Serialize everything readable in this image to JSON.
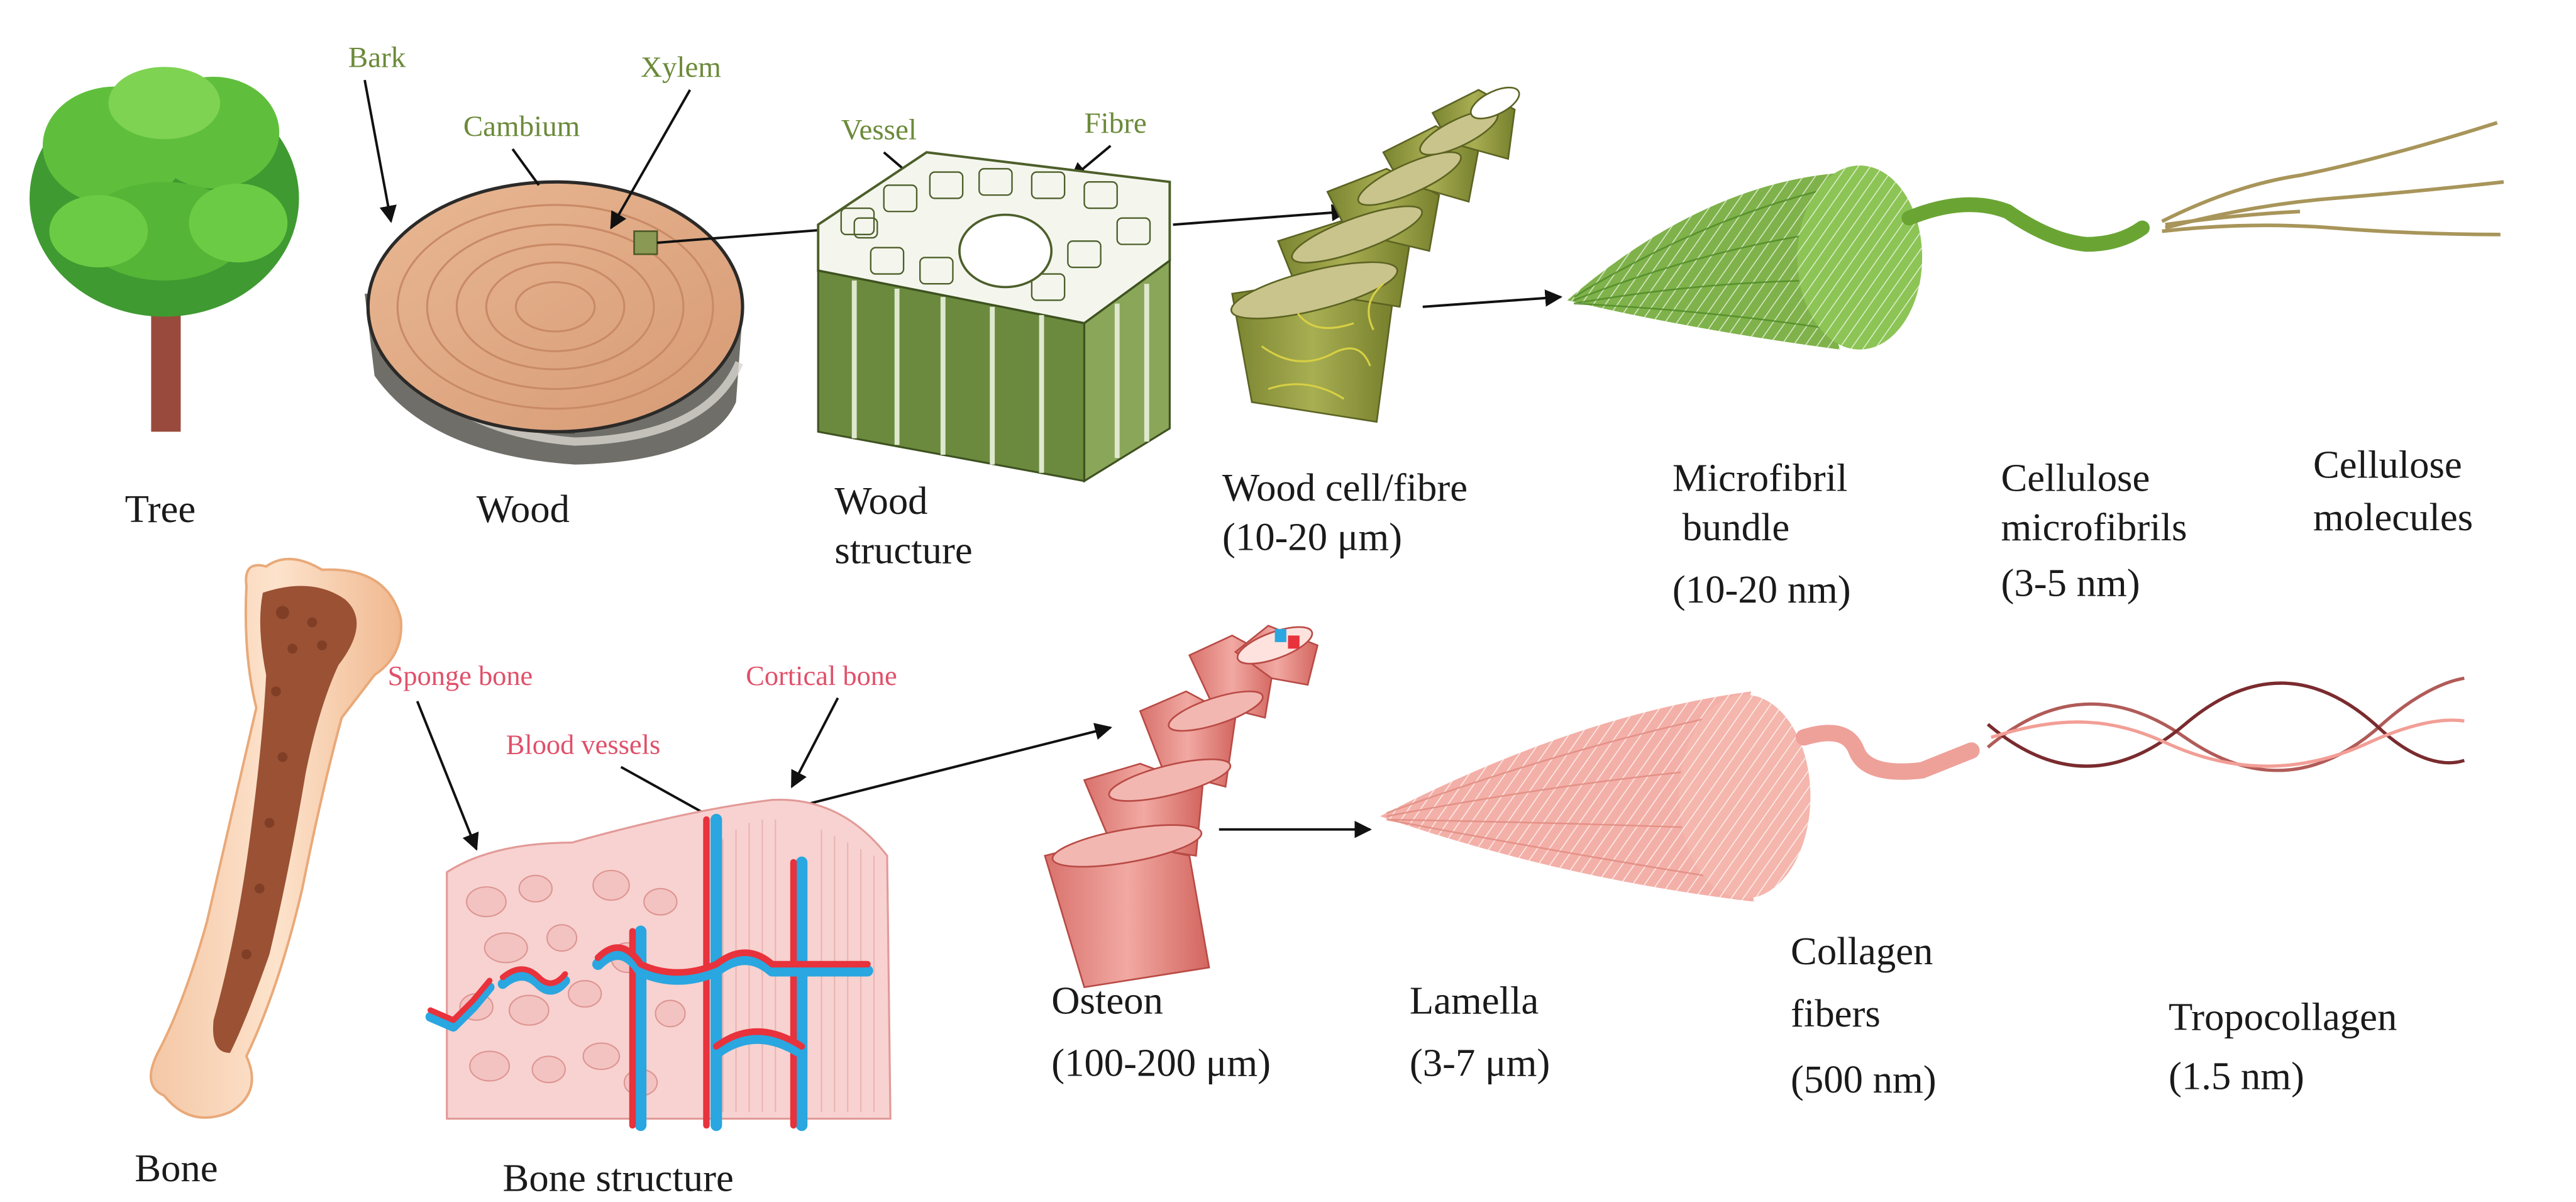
{
  "colors": {
    "wood_tag": "#6b8a3a",
    "bone_tag": "#e0506a",
    "arrow": "#111111",
    "wood_fibre": "#8f9a3b",
    "microfibril": "#7fb24a",
    "bone_pink": "#f3b0a8",
    "vessel_red": "#e8323c",
    "vessel_blue": "#2aa6e0"
  },
  "wood_row": {
    "tree": {
      "label": "Tree",
      "icon": "tree-icon"
    },
    "wood": {
      "label": "Wood",
      "icon": "log-slice-icon"
    },
    "tags": {
      "bark": "Bark",
      "cambium": "Cambium",
      "xylem": "Xylem",
      "vessel": "Vessel",
      "fibre": "Fibre"
    },
    "wood_structure": {
      "label_1": "Wood",
      "label_2": "structure",
      "icon": "wood-block-icon"
    },
    "cell": {
      "label_1": "Wood cell/fibre",
      "label_2": "(10-20 μm)",
      "icon": "fibre-cylinder-icon"
    },
    "microfibril_bundle": {
      "label_1": "Microfibril",
      "label_2": "bundle",
      "label_3": "(10-20 nm)",
      "icon": "microfibril-bundle-icon"
    },
    "cellulose_microfibrils": {
      "label_1": "Cellulose",
      "label_2": "microfibrils",
      "label_3": "(3-5 nm)"
    },
    "cellulose_molecules": {
      "label_1": "Cellulose",
      "label_2": "molecules",
      "icon": "molecule-strands-icon"
    }
  },
  "bone_row": {
    "bone": {
      "label": "Bone",
      "icon": "femur-icon"
    },
    "tags": {
      "sponge": "Sponge bone",
      "cortical": "Cortical bone",
      "blood": "Blood vessels"
    },
    "bone_structure": {
      "label": "Bone structure",
      "icon": "bone-block-icon"
    },
    "osteon": {
      "label_1": "Osteon",
      "label_2": "(100-200 μm)",
      "icon": "osteon-cylinder-icon"
    },
    "lamella": {
      "label_1": "Lamella",
      "label_2": "(3-7 μm)",
      "icon": "lamella-bundle-icon"
    },
    "collagen": {
      "label_1": "Collagen",
      "label_2": "fibers",
      "label_3": "(500 nm)"
    },
    "tropocollagen": {
      "label_1": "Tropocollagen",
      "label_2": "(1.5 nm)",
      "icon": "triple-helix-icon"
    }
  }
}
